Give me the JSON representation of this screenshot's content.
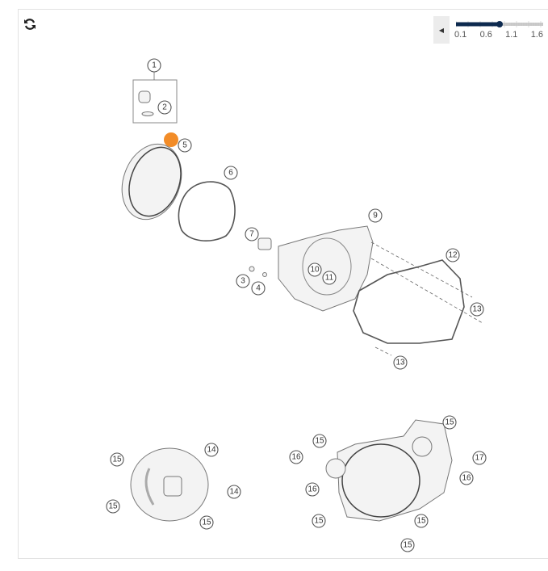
{
  "toolbar": {
    "refresh_icon": "refresh-icon",
    "zoom": {
      "back_icon": "triangle-left-icon",
      "ticks": [
        "0.1",
        "0.6",
        "1.1",
        "1.6"
      ],
      "value": 1.0,
      "min": 0.1,
      "max": 1.9
    }
  },
  "highlight_color": "#f28c28",
  "callouts": [
    "1",
    "2",
    "5",
    "6",
    "7",
    "9",
    "12",
    "10",
    "11",
    "3",
    "4",
    "13",
    "13",
    "15",
    "14",
    "14",
    "15",
    "15",
    "16",
    "15",
    "15",
    "17",
    "16",
    "16",
    "15",
    "15",
    "15"
  ]
}
